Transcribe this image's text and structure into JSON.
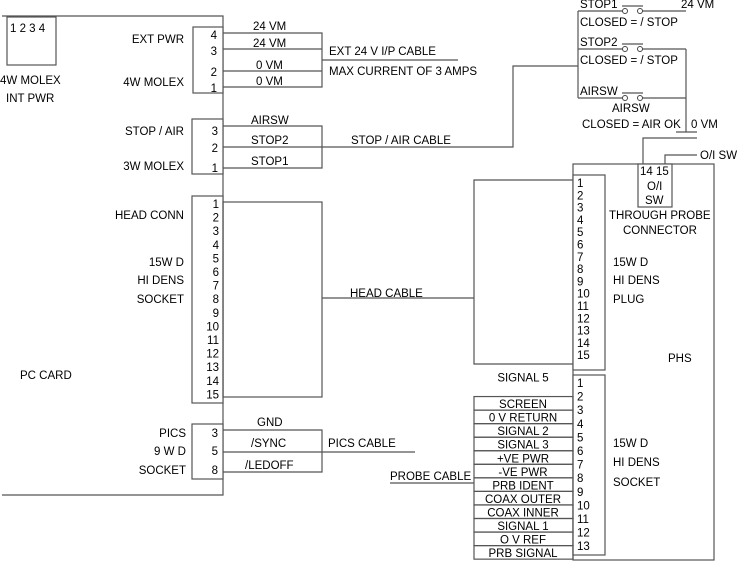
{
  "pc_card": {
    "label": "PC CARD",
    "int_pwr": {
      "pins": "1 2 3 4",
      "label1": "4W MOLEX",
      "label2": "INT PWR"
    },
    "ext_pwr": {
      "label1": "EXT PWR",
      "label2": "4W MOLEX",
      "pins": [
        "4",
        "3",
        "2",
        "1"
      ],
      "wires": [
        "24 VM",
        "24 VM",
        "0 VM",
        "0 VM"
      ],
      "cable1": "EXT 24 V I/P CABLE",
      "cable2": "MAX CURRENT OF 3 AMPS"
    },
    "stop_air": {
      "label1": "STOP / AIR",
      "label2": "3W MOLEX",
      "pins": [
        "3",
        "2",
        "1"
      ],
      "wires": [
        "AIRSW",
        "STOP2",
        "STOP1"
      ],
      "cable": "STOP / AIR CABLE"
    },
    "head_conn": {
      "label1": "HEAD CONN",
      "label2": "15W D",
      "label3": "HI DENS",
      "label4": "SOCKET",
      "pins": [
        "1",
        "2",
        "3",
        "4",
        "5",
        "6",
        "7",
        "8",
        "9",
        "10",
        "11",
        "12",
        "13",
        "14",
        "15"
      ],
      "cable": "HEAD CABLE"
    },
    "pics": {
      "label1": "PICS",
      "label2": "9 W D",
      "label3": "SOCKET",
      "pins": [
        "3",
        "5",
        "8"
      ],
      "wires": [
        "GND",
        "/SYNC",
        "/LEDOFF"
      ],
      "cable": "PICS CABLE"
    }
  },
  "switches": {
    "stop1": {
      "name": "STOP1",
      "desc": "CLOSED = / STOP",
      "supply": "24 VM"
    },
    "stop2": {
      "name": "STOP2",
      "desc": "CLOSED = / STOP"
    },
    "airsw": {
      "name": "AIRSW",
      "name2": "AIRSW",
      "desc": "CLOSED = AIR OK",
      "ground": "0 VM"
    }
  },
  "phs": {
    "label": "PHS",
    "oi_sw": {
      "pins": "14  15",
      "label1": "O/I",
      "label2": "SW",
      "wire": "O/I SW"
    },
    "through_probe": {
      "label1": "THROUGH PROBE",
      "label2": "CONNECTOR"
    },
    "plug": {
      "label1": "15W D",
      "label2": "HI DENS",
      "label3": "PLUG",
      "pins": [
        "1",
        "2",
        "3",
        "4",
        "5",
        "6",
        "7",
        "8",
        "9",
        "10",
        "11",
        "12",
        "13",
        "14",
        "15"
      ]
    },
    "socket": {
      "label1": "15W D",
      "label2": "HI DENS",
      "label3": "SOCKET",
      "pins": [
        "1",
        "2",
        "3",
        "4",
        "5",
        "6",
        "7",
        "8",
        "9",
        "10",
        "11",
        "12",
        "13"
      ],
      "signals": [
        "SIGNAL 5",
        "SCREEN",
        "0 V RETURN",
        "SIGNAL 2",
        "SIGNAL 3",
        "+VE PWR",
        "-VE PWR",
        "PRB IDENT",
        "COAX OUTER",
        "COAX INNER",
        "SIGNAL 1",
        "O V REF",
        "PRB SIGNAL"
      ],
      "cable": "PROBE CABLE"
    }
  }
}
